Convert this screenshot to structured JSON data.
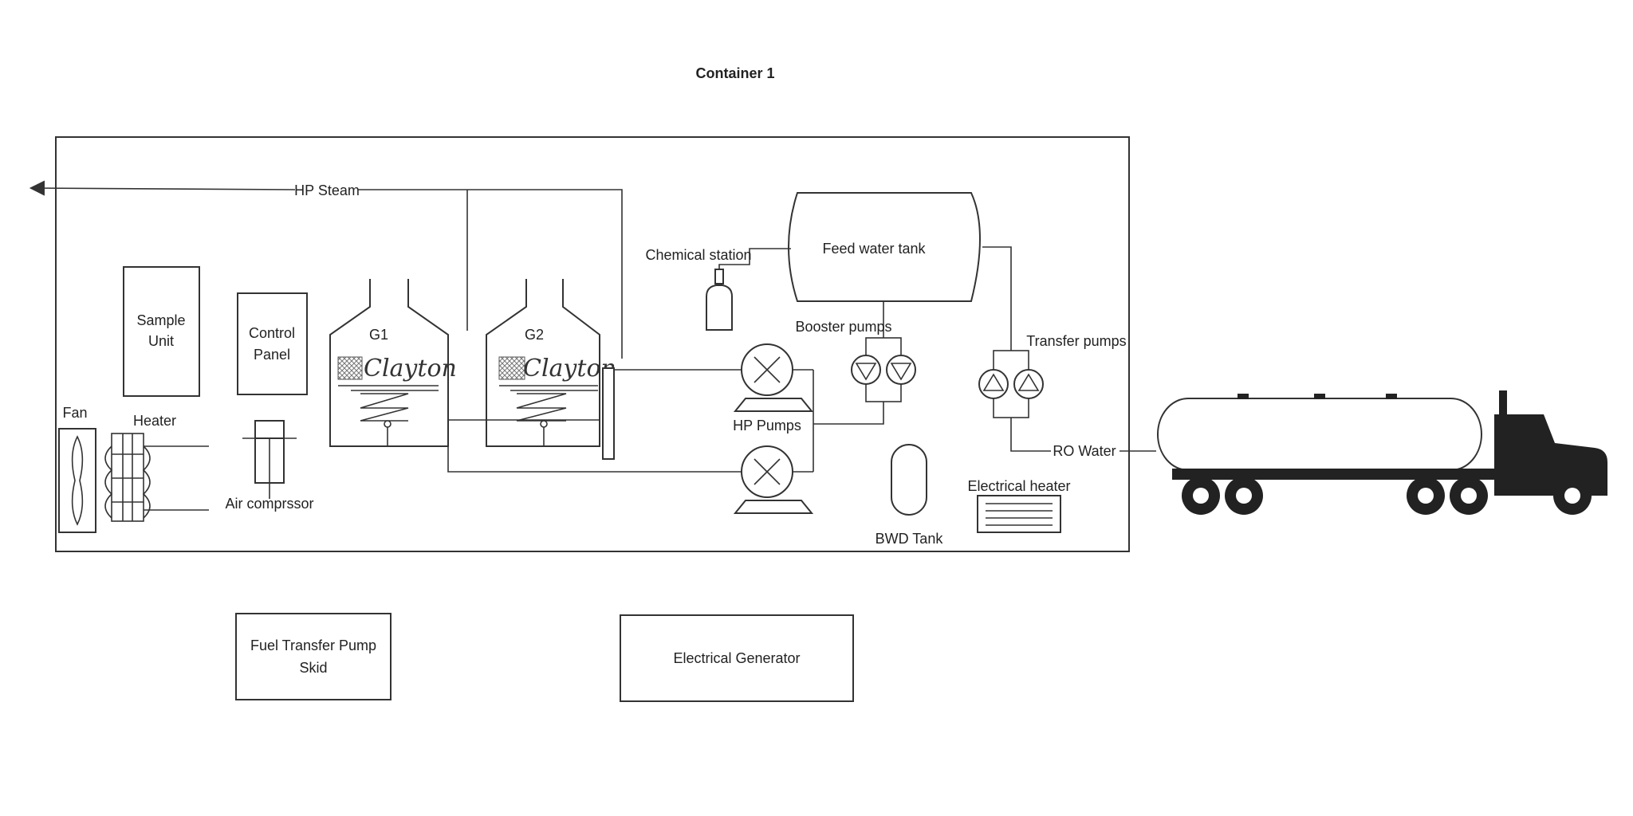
{
  "title": "Container 1",
  "labels": {
    "hp_steam": "HP Steam",
    "sample_unit_1": "Sample",
    "sample_unit_2": "Unit",
    "control_panel_1": "Control",
    "control_panel_2": "Panel",
    "g1": "G1",
    "g2": "G2",
    "chemical_station": "Chemical station",
    "feed_water_tank": "Feed water tank",
    "booster_pumps": "Booster pumps",
    "transfer_pumps": "Transfer pumps",
    "hp_pumps": "HP Pumps",
    "fan": "Fan",
    "heater": "Heater",
    "air_compressor": "Air comprssor",
    "ro_water": "RO Water",
    "electrical_heater": "Electrical heater",
    "bwd_tank": "BWD Tank",
    "fuel_transfer_1": "Fuel Transfer Pump",
    "fuel_transfer_2": "Skid",
    "electrical_generator": "Electrical Generator"
  },
  "logo_text": "Clayton"
}
